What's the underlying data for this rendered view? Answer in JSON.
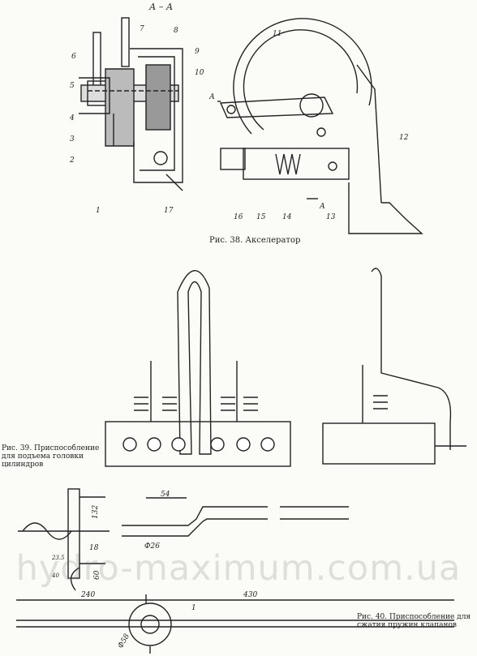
{
  "fig38": {
    "section_label": "А – А",
    "caption": "Рис. 38. Акселератор",
    "callouts": [
      "6",
      "5",
      "4",
      "3",
      "2",
      "7",
      "8",
      "9",
      "10",
      "1",
      "17",
      "11",
      "12",
      "16",
      "15",
      "14",
      "13"
    ],
    "section_marks": [
      "А",
      "А"
    ]
  },
  "fig39": {
    "caption": "Рис. 39. Приспособление для подъема головки цилиндров"
  },
  "fig40": {
    "caption": "Рис. 40. Приспособление для сжатия пружин клапанов",
    "dimensions": [
      "54",
      "Ф26",
      "132",
      "18",
      "60",
      "240",
      "430",
      "1",
      "Ф58"
    ],
    "small_dims": [
      "23.5",
      "",
      "40"
    ]
  },
  "watermark": "hydro-maximum.com.ua"
}
